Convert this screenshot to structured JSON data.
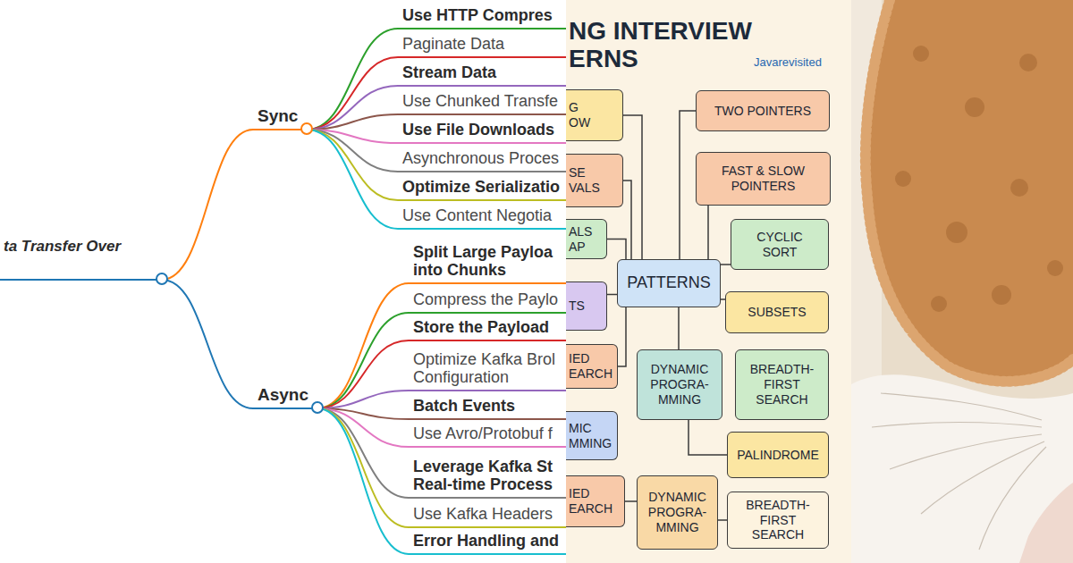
{
  "diagram": {
    "nodes": [
      {
        "text": [
          "ta Transfer Over"
        ]
      },
      {
        "text": [
          "Sync"
        ]
      },
      {
        "text": [
          "Use HTTP Compres"
        ]
      },
      {
        "text": [
          "Paginate Data"
        ]
      },
      {
        "text": [
          "Stream Data"
        ]
      },
      {
        "text": [
          "Use Chunked Transfe"
        ]
      },
      {
        "text": [
          "Use File Downloads"
        ]
      },
      {
        "text": [
          "Asynchronous Proces"
        ]
      },
      {
        "text": [
          "Optimize Serializatio"
        ]
      },
      {
        "text": [
          "Use Content Negotia"
        ]
      },
      {
        "text": [
          "Async"
        ]
      },
      {
        "text": [
          "Split Large Payloa into Chunks"
        ]
      },
      {
        "text": [
          "Compress the Paylo"
        ]
      },
      {
        "text": [
          "Store the Payload"
        ]
      },
      {
        "text": [
          "Optimize Kafka Brol Configuration"
        ]
      },
      {
        "text": [
          "Batch Events"
        ]
      },
      {
        "text": [
          "Use Avro/Protobuf f"
        ]
      },
      {
        "text": [
          "Leverage Kafka St Real-time Process"
        ]
      },
      {
        "text": [
          "Use Kafka Headers"
        ]
      },
      {
        "text": [
          "Error Handling and"
        ]
      },
      {
        "text": [
          "G OW"
        ]
      },
      {
        "text": [
          "SE VALS"
        ]
      },
      {
        "text": [
          "ALS AP"
        ]
      },
      {
        "text": [
          "TS"
        ]
      },
      {
        "text": [
          "IED EARCH"
        ]
      },
      {
        "text": [
          "MIC MMING"
        ]
      },
      {
        "text": [
          "IED EARCH"
        ]
      },
      {
        "text": [
          "PATTERNS"
        ]
      },
      {
        "text": [
          "TWO POINTERS"
        ]
      },
      {
        "text": [
          "FAST & SLOW POINTERS"
        ]
      },
      {
        "text": [
          "CYCLIC SORT"
        ]
      },
      {
        "text": [
          "SUBSETS"
        ]
      },
      {
        "text": [
          "DYNAMIC PROGRA- MMING"
        ]
      },
      {
        "text": [
          "BREADTH- FIRST SEARCH"
        ]
      },
      {
        "text": [
          "PALINDROME"
        ]
      },
      {
        "text": [
          "DYNAMIC PROGRA- MMING"
        ]
      },
      {
        "text": [
          "BREADTH- FIRST SEARCH"
        ]
      }
    ],
    "edges": [
      {
        "from": 0,
        "to": 1,
        "arrow": "none"
      },
      {
        "from": 0,
        "to": 10,
        "arrow": "none"
      },
      {
        "from": 1,
        "to": 2,
        "arrow": "none"
      },
      {
        "from": 1,
        "to": 3,
        "arrow": "none"
      },
      {
        "from": 1,
        "to": 4,
        "arrow": "none"
      },
      {
        "from": 1,
        "to": 5,
        "arrow": "none"
      },
      {
        "from": 1,
        "to": 6,
        "arrow": "none"
      },
      {
        "from": 1,
        "to": 7,
        "arrow": "none"
      },
      {
        "from": 1,
        "to": 8,
        "arrow": "none"
      },
      {
        "from": 1,
        "to": 9,
        "arrow": "none"
      },
      {
        "from": 10,
        "to": 11,
        "arrow": "none"
      },
      {
        "from": 10,
        "to": 12,
        "arrow": "none"
      },
      {
        "from": 10,
        "to": 13,
        "arrow": "none"
      },
      {
        "from": 10,
        "to": 14,
        "arrow": "none"
      },
      {
        "from": 10,
        "to": 15,
        "arrow": "none"
      },
      {
        "from": 10,
        "to": 16,
        "arrow": "none"
      },
      {
        "from": 10,
        "to": 17,
        "arrow": "none"
      },
      {
        "from": 10,
        "to": 18,
        "arrow": "none"
      },
      {
        "from": 10,
        "to": 19,
        "arrow": "none"
      },
      {
        "from": 27,
        "to": 20,
        "arrow": "none"
      },
      {
        "from": 27,
        "to": 21,
        "arrow": "none"
      },
      {
        "from": 27,
        "to": 22,
        "arrow": "none"
      },
      {
        "from": 27,
        "to": 23,
        "arrow": "none"
      },
      {
        "from": 27,
        "to": 24,
        "arrow": "none"
      },
      {
        "from": 27,
        "to": 28,
        "arrow": "none"
      },
      {
        "from": 27,
        "to": 29,
        "arrow": "none"
      },
      {
        "from": 27,
        "to": 30,
        "arrow": "none"
      },
      {
        "from": 27,
        "to": 31,
        "arrow": "none"
      },
      {
        "from": 27,
        "to": 32,
        "arrow": "none"
      },
      {
        "from": 32,
        "to": 34,
        "arrow": "none"
      },
      {
        "from": 26,
        "to": 35,
        "arrow": "none"
      },
      {
        "from": 35,
        "to": 36,
        "arrow": "none"
      }
    ],
    "labels": [
      "NG INTERVIEW ERNS",
      "Javarevisited"
    ]
  }
}
